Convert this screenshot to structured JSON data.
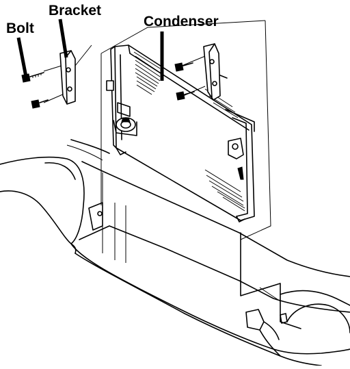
{
  "labels": {
    "bolt": "Bolt",
    "bracket": "Bracket",
    "condenser": "Condenser"
  },
  "colors": {
    "ink": "#000000",
    "paper": "#ffffff"
  }
}
